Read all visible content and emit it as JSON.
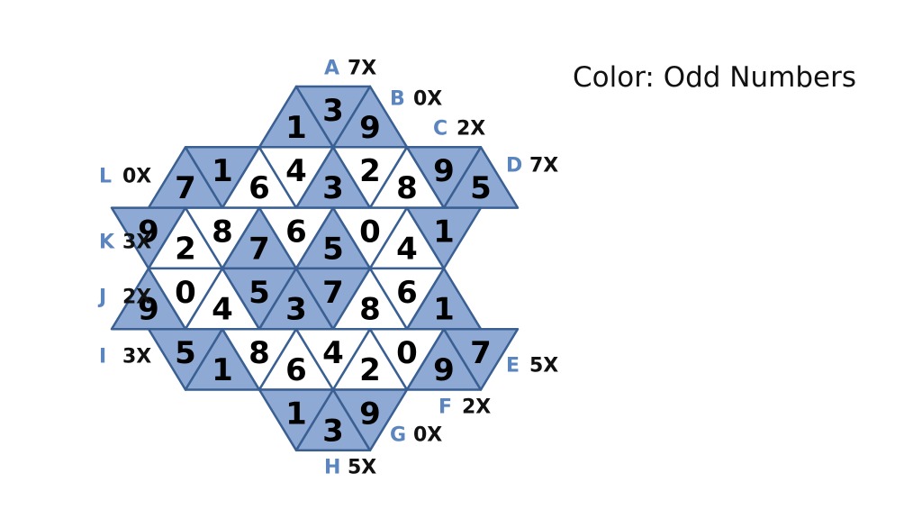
{
  "rule_text": "Color: Odd Numbers",
  "colors": {
    "filled": "#8eaad4",
    "empty": "#ffffff",
    "stroke": "#3a5f92",
    "clue_letter": "#5b85be",
    "clue_count": "#111111"
  },
  "rows": [
    {
      "triangles": [
        {
          "num": "1",
          "filled": true
        },
        {
          "num": "3",
          "filled": true
        },
        {
          "num": "9",
          "filled": true
        }
      ]
    },
    {
      "triangles": [
        {
          "num": "7",
          "filled": true
        },
        {
          "num": "1",
          "filled": true
        },
        {
          "num": "6",
          "filled": false
        },
        {
          "num": "4",
          "filled": false
        },
        {
          "num": "3",
          "filled": true
        },
        {
          "num": "2",
          "filled": false
        },
        {
          "num": "8",
          "filled": false
        },
        {
          "num": "9",
          "filled": true
        },
        {
          "num": "5",
          "filled": true
        }
      ]
    },
    {
      "triangles": [
        {
          "num": "9",
          "filled": true
        },
        {
          "num": "2",
          "filled": false
        },
        {
          "num": "8",
          "filled": false
        },
        {
          "num": "7",
          "filled": true
        },
        {
          "num": "6",
          "filled": false
        },
        {
          "num": "5",
          "filled": true
        },
        {
          "num": "0",
          "filled": false
        },
        {
          "num": "4",
          "filled": false
        },
        {
          "num": "1",
          "filled": true
        }
      ]
    },
    {
      "triangles": [
        {
          "num": "9",
          "filled": true
        },
        {
          "num": "0",
          "filled": false
        },
        {
          "num": "4",
          "filled": false
        },
        {
          "num": "5",
          "filled": true
        },
        {
          "num": "3",
          "filled": true
        },
        {
          "num": "7",
          "filled": true
        },
        {
          "num": "8",
          "filled": false
        },
        {
          "num": "6",
          "filled": false
        },
        {
          "num": "1",
          "filled": true
        }
      ]
    },
    {
      "triangles": [
        {
          "num": "5",
          "filled": true
        },
        {
          "num": "1",
          "filled": true
        },
        {
          "num": "8",
          "filled": false
        },
        {
          "num": "6",
          "filled": false
        },
        {
          "num": "4",
          "filled": false
        },
        {
          "num": "2",
          "filled": false
        },
        {
          "num": "0",
          "filled": false
        },
        {
          "num": "9",
          "filled": true
        },
        {
          "num": "7",
          "filled": true
        }
      ]
    },
    {
      "triangles": [
        {
          "num": "1",
          "filled": true
        },
        {
          "num": "3",
          "filled": true
        },
        {
          "num": "9",
          "filled": true
        }
      ]
    }
  ],
  "clues": [
    {
      "letter": "A",
      "count": "7X"
    },
    {
      "letter": "B",
      "count": "0X"
    },
    {
      "letter": "C",
      "count": "2X"
    },
    {
      "letter": "D",
      "count": "7X"
    },
    {
      "letter": "E",
      "count": "5X"
    },
    {
      "letter": "F",
      "count": "2X"
    },
    {
      "letter": "G",
      "count": "0X"
    },
    {
      "letter": "H",
      "count": "5X"
    },
    {
      "letter": "I",
      "count": "3X"
    },
    {
      "letter": "J",
      "count": "2X"
    },
    {
      "letter": "K",
      "count": "3X"
    },
    {
      "letter": "L",
      "count": "0X"
    }
  ]
}
